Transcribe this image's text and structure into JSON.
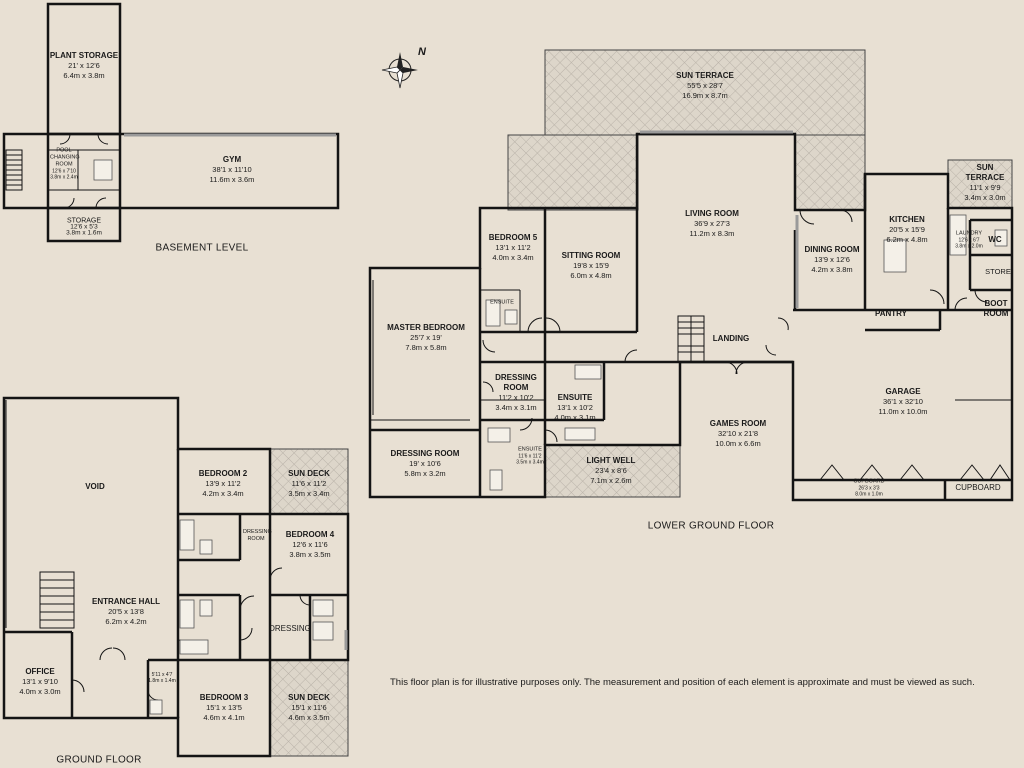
{
  "colors": {
    "background": "#e8e0d3",
    "walls": "#141414",
    "hatch": "#b9b2a8"
  },
  "compass": {
    "icon": "compass-rose-icon",
    "label": "N"
  },
  "levels": {
    "basement": "BASEMENT LEVEL",
    "lower_ground": "LOWER GROUND FLOOR",
    "ground": "GROUND FLOOR"
  },
  "disclaimer": "This floor plan is for illustrative purposes only. The measurement and position of each element is approximate and must be viewed as such.",
  "rooms": {
    "plant_storage": {
      "name": "PLANT STORAGE",
      "imperial": "21' x 12'6",
      "metric": "6.4m x 3.8m"
    },
    "pool_changing": {
      "name": "POOL CHANGING ROOM",
      "imperial": "12'6 x 7'10",
      "metric": "3.8m x 2.4m"
    },
    "gym": {
      "name": "GYM",
      "imperial": "38'1 x 11'10",
      "metric": "11.6m x 3.6m"
    },
    "storage": {
      "name": "STORAGE",
      "imperial": "12'6 x 5'3",
      "metric": "3.8m x 1.6m"
    },
    "sun_terrace": {
      "name": "SUN TERRACE",
      "imperial": "55'5 x 28'7",
      "metric": "16.9m x 8.7m"
    },
    "sun_terrace_2": {
      "name": "SUN TERRACE",
      "imperial": "11'1 x 9'9",
      "metric": "3.4m x 3.0m"
    },
    "living_room": {
      "name": "LIVING ROOM",
      "imperial": "36'9 x 27'3",
      "metric": "11.2m x 8.3m"
    },
    "bedroom_5": {
      "name": "BEDROOM 5",
      "imperial": "13'1 x 11'2",
      "metric": "4.0m x 3.4m"
    },
    "sitting_room": {
      "name": "SITTING ROOM",
      "imperial": "19'8 x 15'9",
      "metric": "6.0m x 4.8m"
    },
    "kitchen": {
      "name": "KITCHEN",
      "imperial": "20'5 x 15'9",
      "metric": "6.2m x 4.8m"
    },
    "laundry": {
      "name": "LAUNDRY",
      "imperial": "12'6 x 6'7",
      "metric": "3.8m x 2.0m"
    },
    "wc": {
      "name": "WC"
    },
    "store": {
      "name": "STORE"
    },
    "dining_room": {
      "name": "DINING ROOM",
      "imperial": "13'9 x 12'6",
      "metric": "4.2m x 3.8m"
    },
    "master_bedroom": {
      "name": "MASTER BEDROOM",
      "imperial": "25'7 x 19'",
      "metric": "7.8m x 5.8m"
    },
    "ensuite_small": {
      "name": "ENSUITE"
    },
    "pantry": {
      "name": "PANTRY"
    },
    "boot_room": {
      "name": "BOOT ROOM"
    },
    "landing": {
      "name": "LANDING"
    },
    "dressing_room_a": {
      "name": "DRESSING ROOM",
      "imperial": "11'2 x 10'2",
      "metric": "3.4m x 3.1m"
    },
    "ensuite_b": {
      "name": "ENSUITE",
      "imperial": "13'1 x 10'2",
      "metric": "4.0m x 3.1m"
    },
    "garage": {
      "name": "GARAGE",
      "imperial": "36'1 x 32'10",
      "metric": "11.0m x 10.0m"
    },
    "games_room": {
      "name": "GAMES ROOM",
      "imperial": "32'10 x 21'8",
      "metric": "10.0m x 6.6m"
    },
    "dressing_room_b": {
      "name": "DRESSING ROOM",
      "imperial": "19' x 10'6",
      "metric": "5.8m x 3.2m"
    },
    "ensuite_c": {
      "name": "ENSUITE",
      "imperial": "11'6 x 11'2",
      "metric": "3.5m x 3.4m"
    },
    "light_well": {
      "name": "LIGHT WELL",
      "imperial": "23'4 x 8'6",
      "metric": "7.1m x 2.6m"
    },
    "cupboard_a": {
      "name": "CUPBOARD",
      "imperial": "26'3 x 3'3",
      "metric": "8.0m x 1.0m"
    },
    "cupboard_b": {
      "name": "CUPBOARD"
    },
    "void": {
      "name": "VOID"
    },
    "bedroom_2": {
      "name": "BEDROOM 2",
      "imperial": "13'9 x 11'2",
      "metric": "4.2m x 3.4m"
    },
    "sun_deck_a": {
      "name": "SUN DECK",
      "imperial": "11'6 x 11'2",
      "metric": "3.5m x 3.4m"
    },
    "dressing_small": {
      "name": "DRESSING ROOM"
    },
    "bedroom_4": {
      "name": "BEDROOM 4",
      "imperial": "12'6 x 11'6",
      "metric": "3.8m x 3.5m"
    },
    "entrance_hall": {
      "name": "ENTRANCE HALL",
      "imperial": "20'5 x 13'8",
      "metric": "6.2m x 4.2m"
    },
    "dressing": {
      "name": "DRESSING"
    },
    "office": {
      "name": "OFFICE",
      "imperial": "13'1 x 9'10",
      "metric": "4.0m x 3.0m"
    },
    "wc_ground": {
      "imperial": "5'11 x 4'7",
      "metric": "1.8m x 1.4m"
    },
    "bedroom_3": {
      "name": "BEDROOM 3",
      "imperial": "15'1 x 13'5",
      "metric": "4.6m x 4.1m"
    },
    "sun_deck_b": {
      "name": "SUN DECK",
      "imperial": "15'1 x 11'6",
      "metric": "4.6m x 3.5m"
    }
  }
}
